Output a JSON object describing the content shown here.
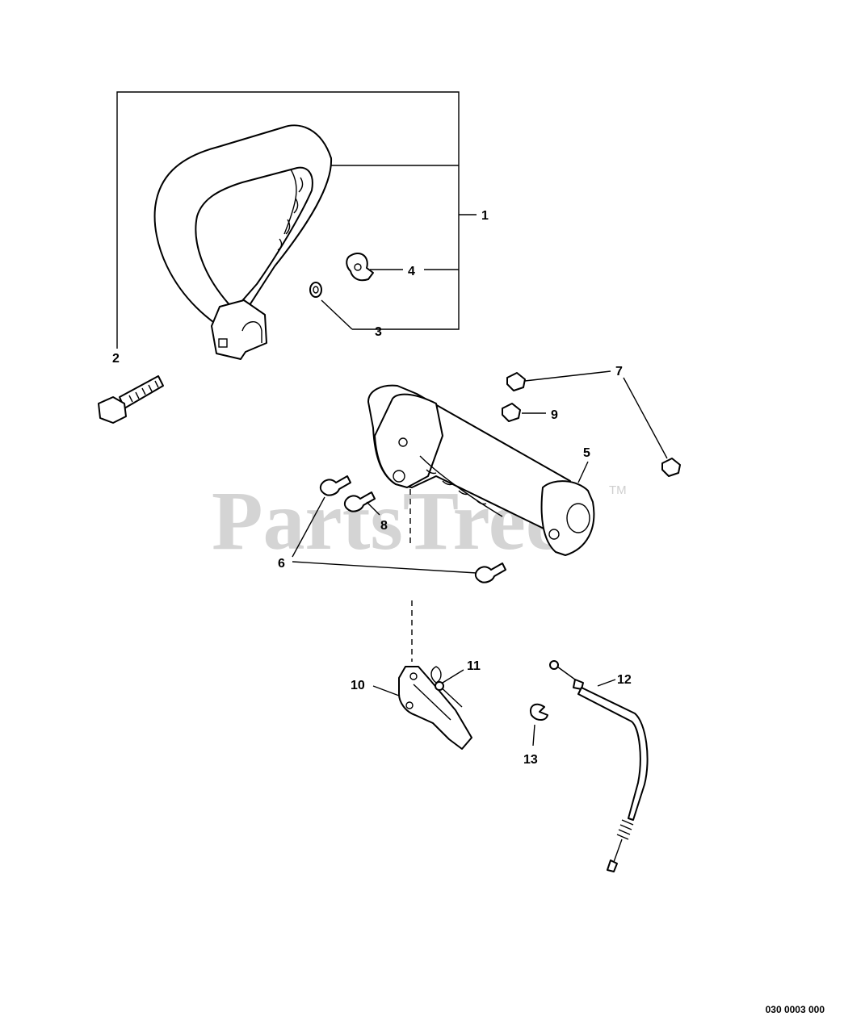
{
  "watermark": {
    "text": "PartsTree",
    "trademark": "TM"
  },
  "diagram_code": "030 0003 000",
  "callouts": {
    "c1": "1",
    "c2": "2",
    "c3": "3",
    "c4": "4",
    "c5": "5",
    "c6": "6",
    "c7": "7",
    "c8": "8",
    "c9": "9",
    "c10": "10",
    "c11": "11",
    "c12": "12",
    "c13": "13"
  }
}
